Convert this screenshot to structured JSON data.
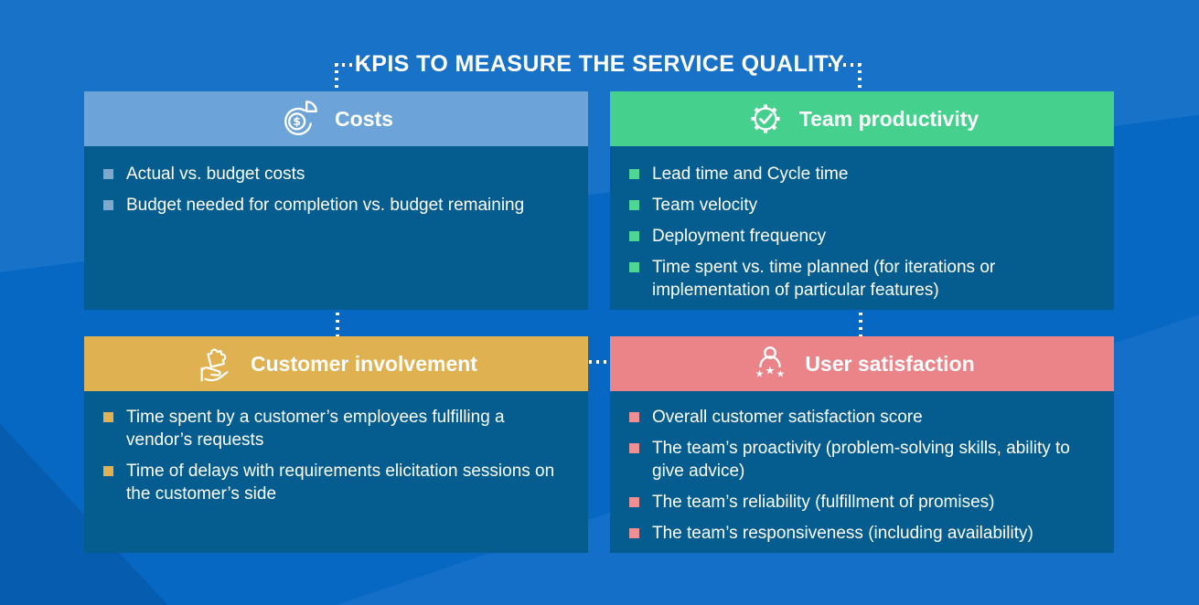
{
  "title": "KPIS TO MEASURE THE SERVICE QUALITY",
  "colors": {
    "background": "#0768C4",
    "panel_body": "#055C8E",
    "costs_header": "#6CA4D9",
    "team_header": "#45D08D",
    "customer_header": "#E0B150",
    "user_header": "#EA8489",
    "costs_bullet": "#7EA9CD",
    "team_bullet": "#4FD694",
    "customer_bullet": "#E0B155",
    "user_bullet": "#EE8F93",
    "text": "#FFFFFF"
  },
  "panels": [
    {
      "id": "costs",
      "title": "Costs",
      "icon": "pie-dollar-icon",
      "items": [
        "Actual vs. budget costs",
        "Budget needed for completion vs. budget remaining"
      ]
    },
    {
      "id": "team-productivity",
      "title": "Team productivity",
      "icon": "gear-check-icon",
      "items": [
        "Lead time and Cycle time",
        "Team velocity",
        "Deployment frequency",
        "Time spent vs. time planned (for iterations or implementation of particular features)"
      ]
    },
    {
      "id": "customer-involvement",
      "title": "Customer involvement",
      "icon": "hand-puzzle-icon",
      "items": [
        "Time spent by a customer’s employees fulfilling a vendor’s requests",
        "Time of delays with requirements elicitation sessions on the customer’s side"
      ]
    },
    {
      "id": "user-satisfaction",
      "title": "User satisfaction",
      "icon": "person-stars-icon",
      "items": [
        "Overall customer satisfaction score",
        "The team’s proactivity (problem-solving skills, ability to give advice)",
        "The team’s reliability (fulfillment of promises)",
        "The team’s responsiveness (including availability)"
      ]
    }
  ]
}
